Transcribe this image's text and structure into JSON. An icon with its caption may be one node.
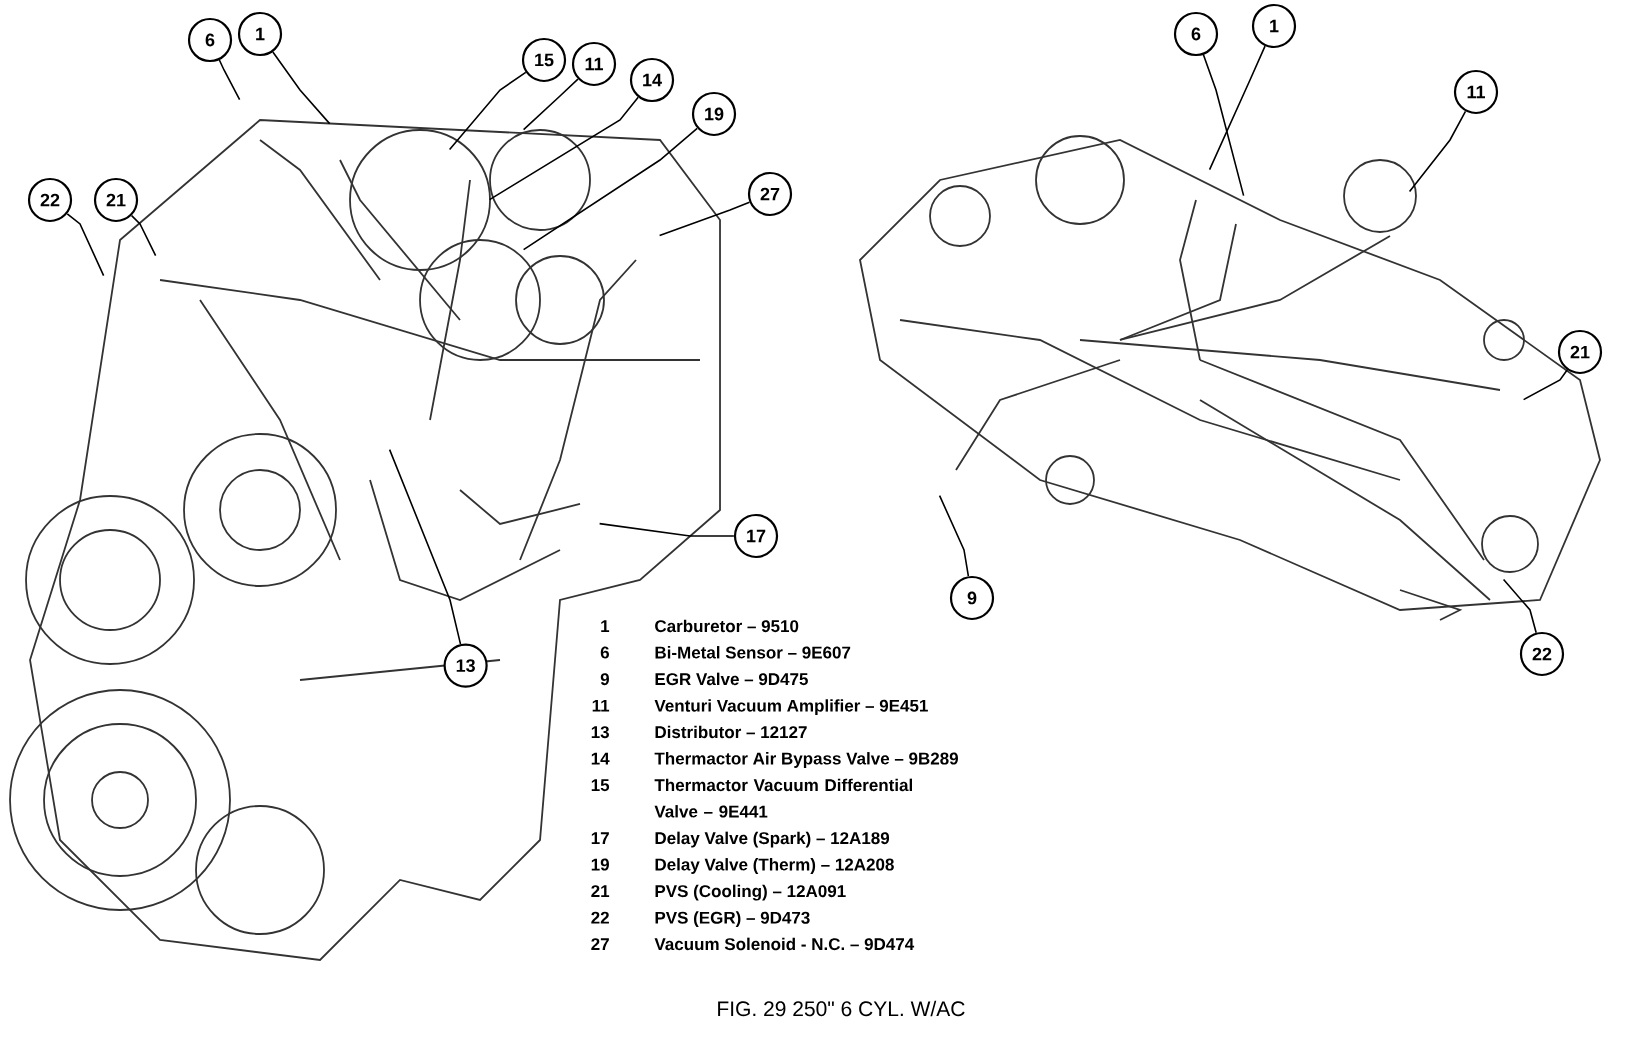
{
  "diagram": {
    "caption": "FIG. 29   250\" 6 CYL. W/AC",
    "nodes": [
      {
        "text": [],
        "shape": "picture"
      },
      {
        "text": [],
        "shape": "picture"
      },
      {
        "text": [
          "6"
        ]
      },
      {
        "text": [
          "1"
        ]
      },
      {
        "text": [
          "15"
        ]
      },
      {
        "text": [
          "11"
        ]
      },
      {
        "text": [
          "14"
        ]
      },
      {
        "text": [
          "19"
        ]
      },
      {
        "text": [
          "27"
        ]
      },
      {
        "text": [
          "21"
        ]
      },
      {
        "text": [
          "22"
        ]
      },
      {
        "text": [
          "17"
        ]
      },
      {
        "text": [
          "13"
        ],
        "in": 0
      },
      {
        "text": [
          "6"
        ]
      },
      {
        "text": [
          "1"
        ]
      },
      {
        "text": [
          "11"
        ]
      },
      {
        "text": [
          "21"
        ]
      },
      {
        "text": [
          "9"
        ]
      },
      {
        "text": [
          "22"
        ]
      }
    ],
    "edges": [
      {
        "from": 2,
        "to": 0,
        "arrow": "none"
      },
      {
        "from": 3,
        "to": 0,
        "arrow": "none"
      },
      {
        "from": 4,
        "to": 0,
        "arrow": "none"
      },
      {
        "from": 5,
        "to": 0,
        "arrow": "none"
      },
      {
        "from": 6,
        "to": 0,
        "arrow": "none"
      },
      {
        "from": 7,
        "to": 0,
        "arrow": "none"
      },
      {
        "from": 8,
        "to": 0,
        "arrow": "none"
      },
      {
        "from": 9,
        "to": 0,
        "arrow": "none"
      },
      {
        "from": 10,
        "to": 0,
        "arrow": "none"
      },
      {
        "from": 11,
        "to": 0,
        "arrow": "none"
      },
      {
        "from": 12,
        "to": 0,
        "arrow": "none"
      },
      {
        "from": 13,
        "to": 1,
        "arrow": "none"
      },
      {
        "from": 14,
        "to": 1,
        "arrow": "none"
      },
      {
        "from": 15,
        "to": 1,
        "arrow": "none"
      },
      {
        "from": 16,
        "to": 1,
        "arrow": "none"
      },
      {
        "from": 17,
        "to": 1,
        "arrow": "none"
      },
      {
        "from": 18,
        "to": 1,
        "arrow": "none"
      }
    ],
    "labels": [
      "1",
      "Carburetor – 9510",
      "6",
      "Bi-Metal Sensor – 9E607",
      "9",
      "EGR Valve – 9D475",
      "11",
      "Venturi Vacuum Amplifier – 9E451",
      "13",
      "Distributor – 12127",
      "14",
      "Thermactor Air Bypass Valve – 9B289",
      "15",
      "Thermactor Vacuum Differential Valve – 9E441",
      "17",
      "Delay Valve (Spark) – 12A189",
      "19",
      "Delay Valve (Therm) – 12A208",
      "21",
      "PVS (Cooling) – 12A091",
      "22",
      "PVS (EGR) – 9D473",
      "27",
      "Vacuum Solenoid - N.C. – 9D474"
    ]
  }
}
